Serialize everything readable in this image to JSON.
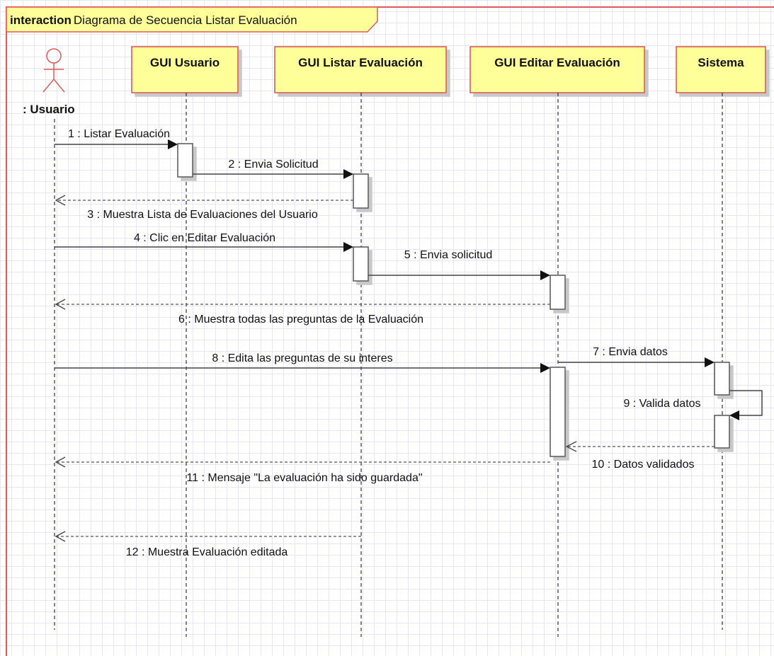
{
  "frame": {
    "keyword": "interaction",
    "title": "Diagrama de Secuencia Listar  Evaluación"
  },
  "actor": {
    "label": ": Usuario"
  },
  "lifelines": [
    {
      "id": "gui-usuario",
      "label": "GUI Usuario"
    },
    {
      "id": "gui-listar-evaluacion",
      "label": "GUI Listar Evaluación"
    },
    {
      "id": "gui-editar-evaluacion",
      "label": "GUI Editar Evaluación"
    },
    {
      "id": "sistema",
      "label": "Sistema"
    }
  ],
  "messages": [
    {
      "label": "1 : Listar Evaluación",
      "type": "sync"
    },
    {
      "label": "2 : Envia Solicitud",
      "type": "sync"
    },
    {
      "label": "3 : Muestra Lista de Evaluaciones del Usuario",
      "type": "return"
    },
    {
      "label": "4 : Clic en Editar Evaluación",
      "type": "sync"
    },
    {
      "label": "5 : Envia solicitud",
      "type": "sync"
    },
    {
      "label": "6 : Muestra todas las preguntas de la Evaluación",
      "type": "return"
    },
    {
      "label": "7 : Envia datos",
      "type": "sync"
    },
    {
      "label": "8 : Edita las preguntas de su interes",
      "type": "sync"
    },
    {
      "label": "9 : Valida datos",
      "type": "self"
    },
    {
      "label": "10 : Datos validados",
      "type": "return"
    },
    {
      "label": "11 : Mensaje \"La evaluación ha sido guardada\"",
      "type": "return"
    },
    {
      "label": "12 : Muestra Evaluación editada",
      "type": "return"
    }
  ],
  "colors": {
    "frame_border": "#e05a5a",
    "lifeline_fill": "#ffff99",
    "lifeline_border": "#d95050",
    "actor_stroke": "#e05a5a",
    "line": "#444444"
  }
}
